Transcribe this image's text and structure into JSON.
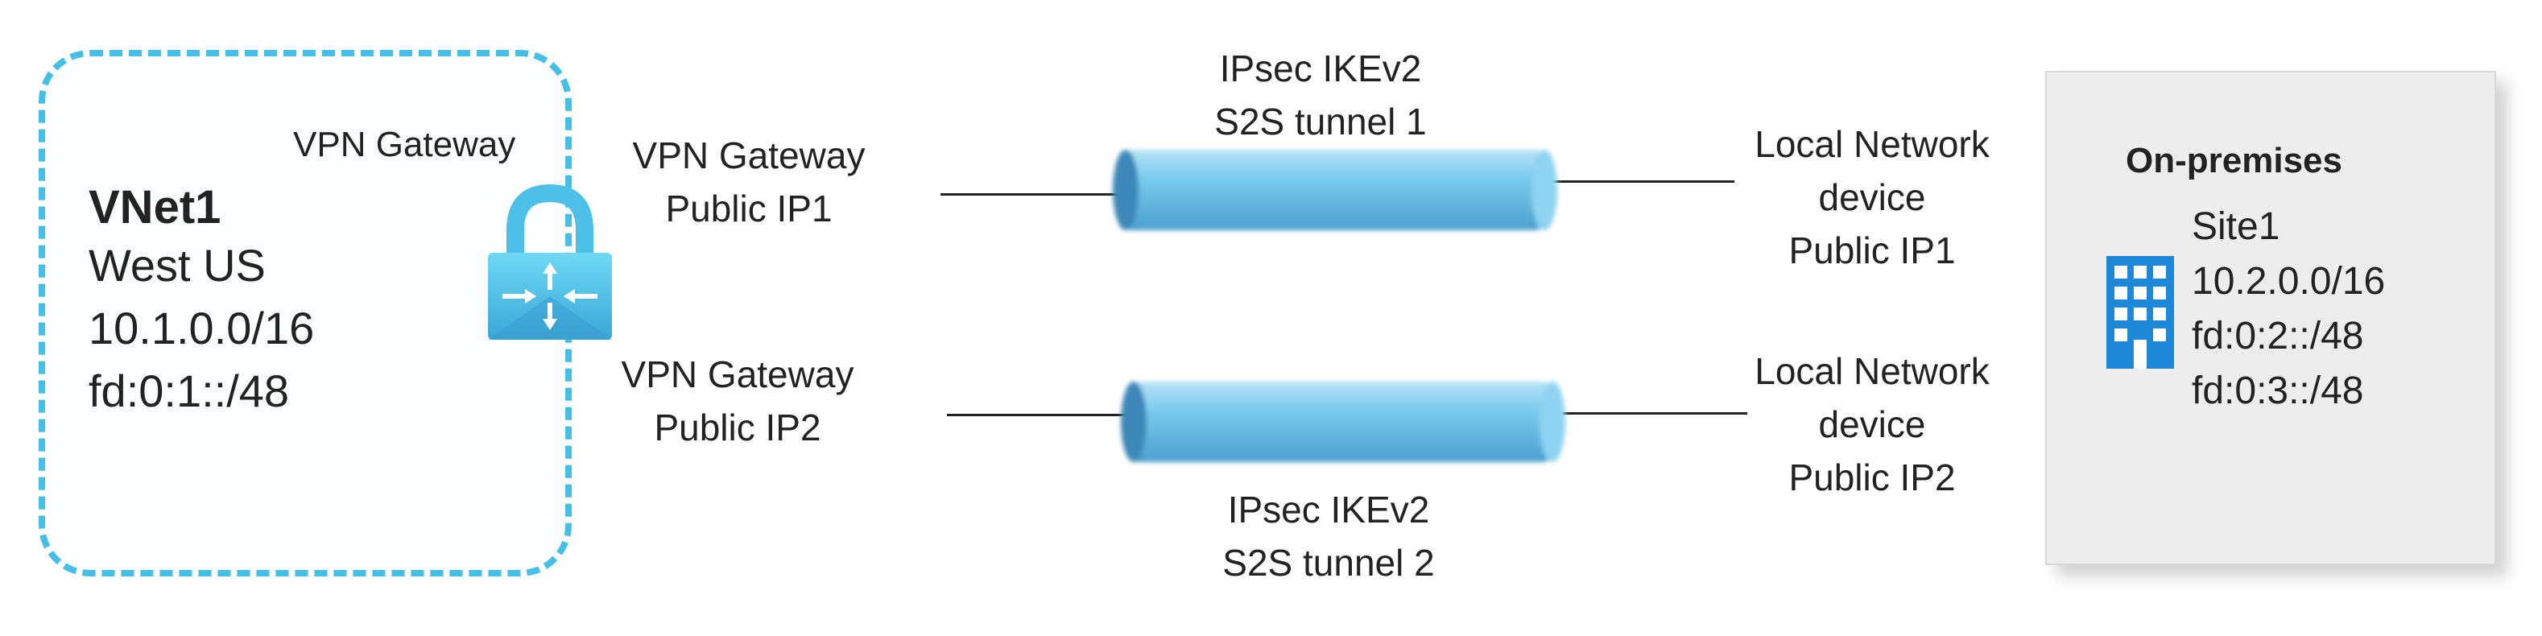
{
  "vnet": {
    "name": "VNet1",
    "region": "West US",
    "ipv4_prefix": "10.1.0.0/16",
    "ipv6_prefix": "fd:0:1::/48",
    "gateway_label": "VPN Gateway"
  },
  "gateway_ips": {
    "ip1_line1": "VPN Gateway",
    "ip1_line2": "Public IP1",
    "ip2_line1": "VPN Gateway",
    "ip2_line2": "Public IP2"
  },
  "tunnels": {
    "t1_line1": "IPsec IKEv2",
    "t1_line2": "S2S tunnel 1",
    "t2_line1": "IPsec IKEv2",
    "t2_line2": "S2S tunnel 2"
  },
  "local_devices": {
    "d1_line1": "Local Network",
    "d1_line2": "device",
    "d1_line3": "Public IP1",
    "d2_line1": "Local Network",
    "d2_line2": "device",
    "d2_line3": "Public IP2"
  },
  "onprem": {
    "title": "On-premises",
    "site_name": "Site1",
    "ipv4_prefix": "10.2.0.0/16",
    "ipv6_prefix_1": "fd:0:2::/48",
    "ipv6_prefix_2": "fd:0:3::/48"
  },
  "colors": {
    "vnet_border": "#45bfe6",
    "tunnel": "#79c6ea",
    "building": "#1e88d8",
    "onprem_bg": "#ededed",
    "lock_top": "#5ccff0",
    "lock_bottom": "#3aa6d6"
  },
  "icons": [
    "vpn-gateway-lock-icon",
    "building-icon"
  ]
}
